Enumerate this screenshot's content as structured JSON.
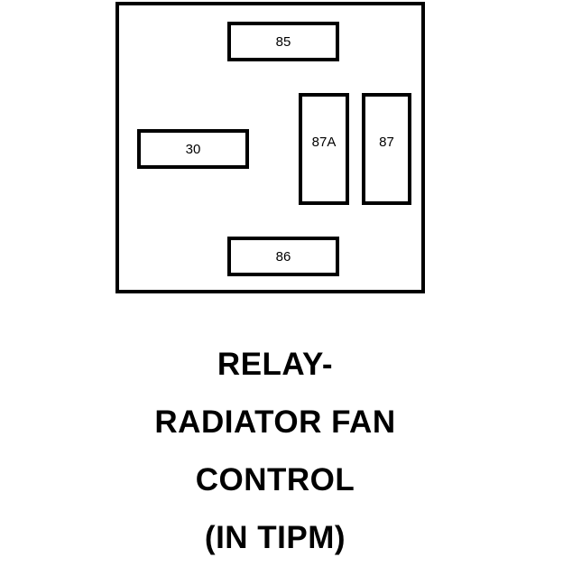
{
  "relay": {
    "terminals": {
      "t85": "85",
      "t30": "30",
      "t87a": "87A",
      "t87": "87",
      "t86": "86"
    }
  },
  "caption": {
    "lines": [
      "RELAY-",
      "RADIATOR FAN",
      "CONTROL",
      "(IN TIPM)"
    ]
  }
}
